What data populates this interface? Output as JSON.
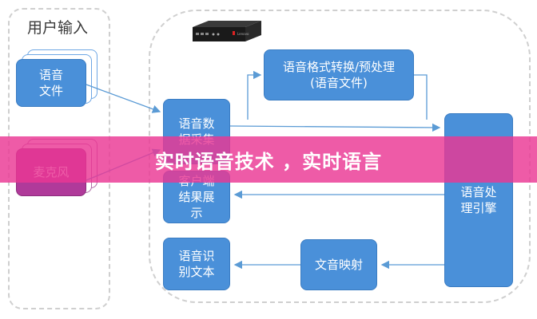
{
  "user_input": {
    "title": "用户输入"
  },
  "nodes": {
    "audio_file": "语音\n文件",
    "microphone": "麦克风",
    "collect": "语音数\n据采集",
    "client_display": "客户端\n结果展\n示",
    "format_convert": "语音格式转换/预处理\n(语音文件)",
    "engine": "语音处\n理引擎",
    "text_map": "文音映射",
    "recognize_text": "语音识\n别文本"
  },
  "device": {
    "label": "Lenovo"
  },
  "banner": {
    "text": "实时语音技术 ，实时语言"
  },
  "colors": {
    "box": "#4a90d9",
    "mic": "#b03a9a",
    "banner": "#ea3794",
    "arrow": "#5b9bd5"
  }
}
